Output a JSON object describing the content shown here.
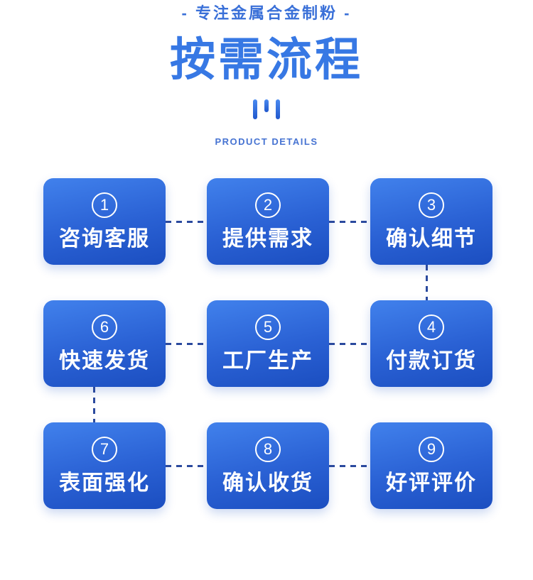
{
  "header": {
    "subtitle": "- 专注金属合金制粉 -",
    "title": "按需流程",
    "caption": "PRODUCT DETAILS"
  },
  "flow": {
    "steps": [
      {
        "num": "1",
        "label": "咨询客服"
      },
      {
        "num": "2",
        "label": "提供需求"
      },
      {
        "num": "3",
        "label": "确认细节"
      },
      {
        "num": "6",
        "label": "快速发货"
      },
      {
        "num": "5",
        "label": "工厂生产"
      },
      {
        "num": "4",
        "label": "付款订货"
      },
      {
        "num": "7",
        "label": "表面强化"
      },
      {
        "num": "8",
        "label": "确认收货"
      },
      {
        "num": "9",
        "label": "好评评价"
      }
    ]
  },
  "colors": {
    "subtitle_blue": "#3a70d8",
    "title_blue": "#3778e4",
    "caption_blue": "#4673d2",
    "box_gradient_top": "#4181ec",
    "box_gradient_bottom": "#1b4ec0",
    "connector_navy": "#2b4a9e",
    "step_text": "#ffffff",
    "background": "#ffffff"
  }
}
